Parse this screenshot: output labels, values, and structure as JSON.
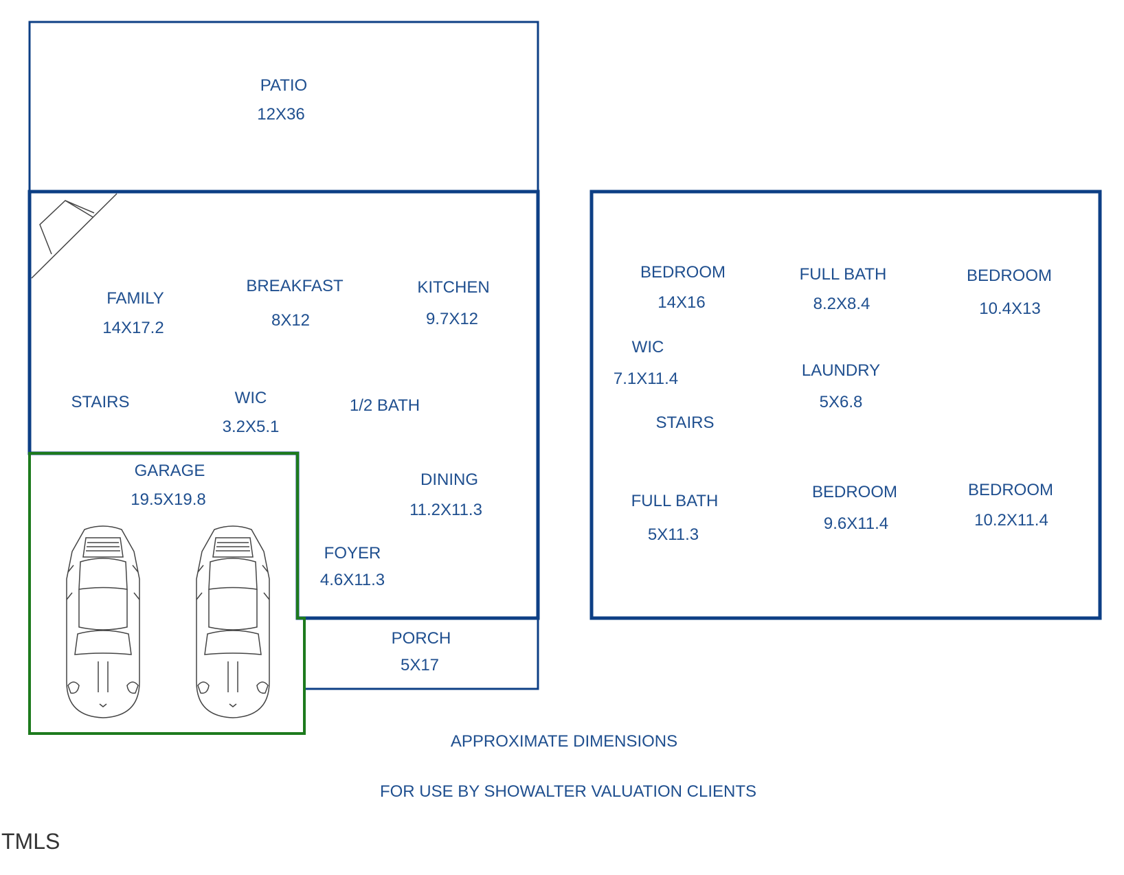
{
  "colors": {
    "wall": "#0d3f85",
    "garage_wall": "#1d7a1d",
    "label": "#1f4f8f",
    "sketch": "#444444"
  },
  "floor1": {
    "patio": {
      "name": "PATIO",
      "dims": "12X36"
    },
    "family": {
      "name": "FAMILY",
      "dims": "14X17.2"
    },
    "breakfast": {
      "name": "BREAKFAST",
      "dims": "8X12"
    },
    "kitchen": {
      "name": "KITCHEN",
      "dims": "9.7X12"
    },
    "stairs": {
      "name": "STAIRS"
    },
    "wic": {
      "name": "WIC",
      "dims": "3.2X5.1"
    },
    "half_bath": {
      "name": "1/2 BATH"
    },
    "garage": {
      "name": "GARAGE",
      "dims": "19.5X19.8"
    },
    "dining": {
      "name": "DINING",
      "dims": "11.2X11.3"
    },
    "foyer": {
      "name": "FOYER",
      "dims": "4.6X11.3"
    },
    "porch": {
      "name": "PORCH",
      "dims": "5X17"
    }
  },
  "floor2": {
    "bedroom_1": {
      "name": "BEDROOM",
      "dims": "14X16"
    },
    "full_bath_1": {
      "name": "FULL BATH",
      "dims": "8.2X8.4"
    },
    "bedroom_2": {
      "name": "BEDROOM",
      "dims": "10.4X13"
    },
    "wic": {
      "name": "WIC",
      "dims": "7.1X11.4"
    },
    "laundry": {
      "name": "LAUNDRY",
      "dims": "5X6.8"
    },
    "stairs": {
      "name": "STAIRS"
    },
    "full_bath_2": {
      "name": "FULL BATH",
      "dims": "5X11.3"
    },
    "bedroom_3": {
      "name": "BEDROOM",
      "dims": "9.6X11.4"
    },
    "bedroom_4": {
      "name": "BEDROOM",
      "dims": "10.2X11.4"
    }
  },
  "notes": {
    "approx": "APPROXIMATE DIMENSIONS",
    "usage": "FOR USE BY SHOWALTER VALUATION CLIENTS"
  },
  "watermark": "TMLS",
  "icons": [
    "car-icon",
    "car-icon"
  ]
}
